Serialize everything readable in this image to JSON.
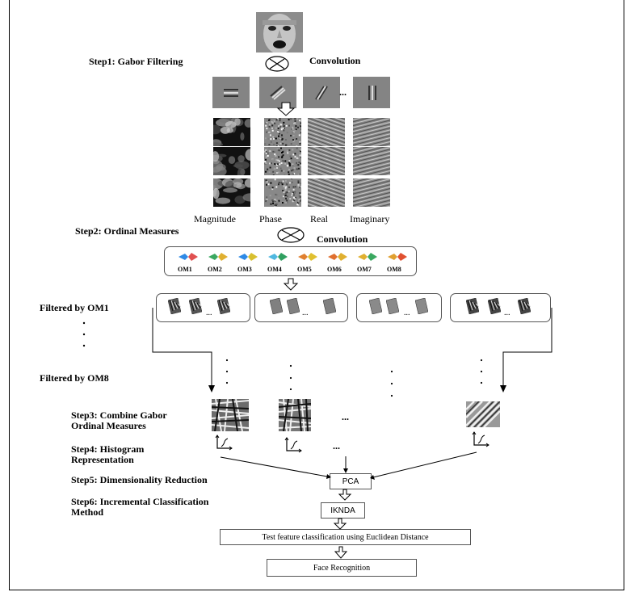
{
  "steps": {
    "step1": "Step1: Gabor Filtering",
    "step2": "Step2: Ordinal Measures",
    "step3_line1": "Step3: Combine Gabor",
    "step3_line2": "Ordinal Measures",
    "step4_line1": "Step4: Histogram",
    "step4_line2": "Representation",
    "step5": "Step5: Dimensionality Reduction",
    "step6_line1": "Step6: Incremental Classification",
    "step6_line2": "Method"
  },
  "convolution_labels": [
    "Convolution",
    "Convolution"
  ],
  "ellipsis": "...",
  "gabor_responses": [
    "Magnitude",
    "Phase",
    "Real",
    "Imaginary"
  ],
  "ordinal_measures": [
    "OM1",
    "OM2",
    "OM3",
    "OM4",
    "OM5",
    "OM6",
    "OM7",
    "OM8"
  ],
  "filtered_labels": [
    "Filtered by OM1",
    "Filtered by OM8"
  ],
  "boxes": {
    "pca": "PCA",
    "ikdna": "IKNDA",
    "test": "Test feature classification using Euclidean Distance",
    "face": "Face Recognition"
  }
}
